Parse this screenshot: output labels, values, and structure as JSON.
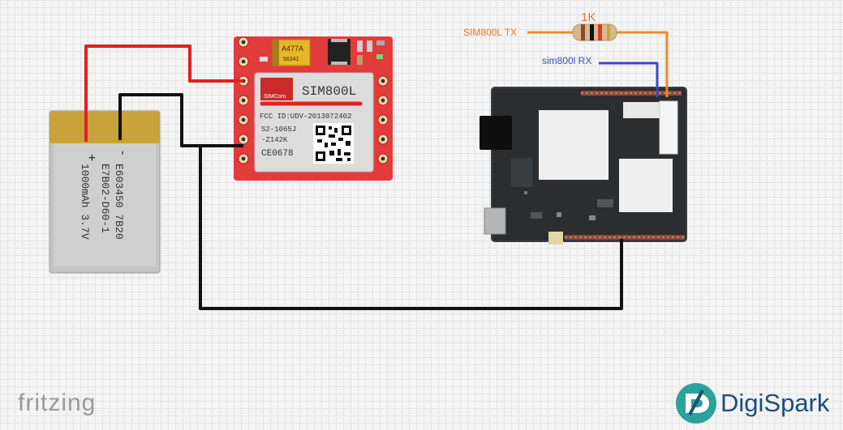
{
  "labels": {
    "sim800l_tx": "SIM800L TX",
    "sim800l_rx": "sim800l RX",
    "resistor": "1K"
  },
  "battery": {
    "plus": "+",
    "minus": "-",
    "line1": "E603450 7B20",
    "line2": "E7B02-D60-1",
    "line3": "1000mAh 3.7V"
  },
  "sim800l": {
    "title": "SIM800L",
    "brand": "SIMCom",
    "fcc": "FCC ID:UDV-2013072402",
    "code1": "S2-1065J",
    "code2": "-Z142K",
    "ce": "CE0678",
    "cap_line1": "A477A",
    "cap_line2": "56341"
  },
  "logos": {
    "fritzing": "fritzing",
    "digispark": "DigiSpark"
  },
  "colors": {
    "battery_wire": "#e02020",
    "ground_wire": "#111111",
    "tx_wire": "#ec8a2e",
    "rx_wire": "#3a48c8",
    "module_pcb": "#e23b3b",
    "board_pcb": "#2b2d2f"
  }
}
